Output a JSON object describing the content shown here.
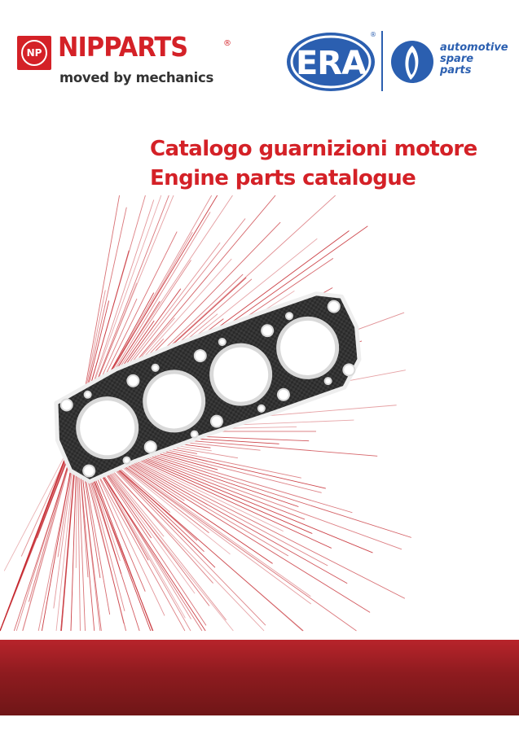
{
  "brand_left": {
    "badge_text": "NP",
    "wordmark": "NIPPARTS",
    "registered_mark": "®",
    "tagline": "moved by mechanics",
    "color": "#d42127"
  },
  "brand_right": {
    "wordmark": "ERA",
    "registered_mark": "®",
    "tagline_lines": [
      "automotive",
      "spare",
      "parts"
    ],
    "color": "#2b5fb0"
  },
  "titles": {
    "italian": "Catalogo guarnizioni motore",
    "english": "Engine parts catalogue"
  },
  "artwork": {
    "subject": "gasket-illustration",
    "ray_color": "#c4242b"
  },
  "footer": {
    "band_color": "#8e1b1f"
  }
}
